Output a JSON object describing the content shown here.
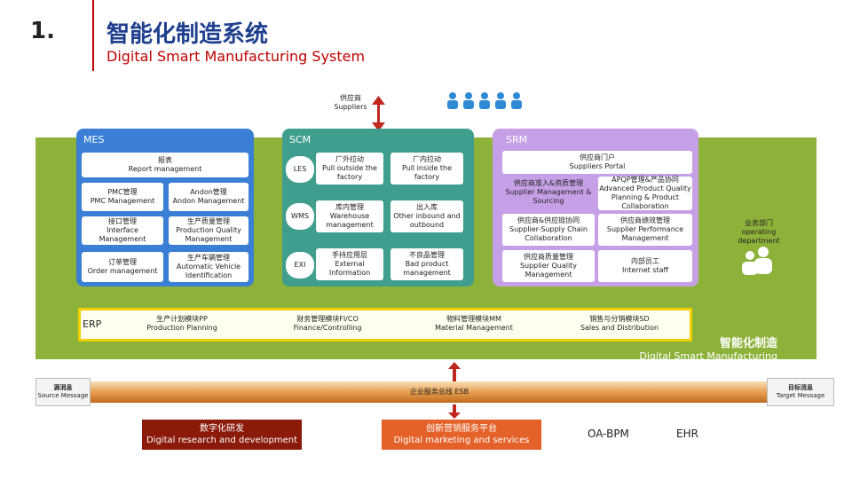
{
  "header": {
    "number": "1.",
    "title_cn": "智能化制造系统",
    "title_en": "Digital Smart Manufacturing System"
  },
  "suppliers": {
    "cn": "供应商",
    "en": "Suppliers"
  },
  "mes": {
    "title": "MES",
    "report": {
      "cn": "报表",
      "en": "Report management"
    },
    "pmc": {
      "cn": "PMC管理",
      "en": "PMC Management"
    },
    "andon": {
      "cn": "Andon管理",
      "en": "Andon Management"
    },
    "interface": {
      "cn": "接口管理",
      "en": "Interface Management"
    },
    "quality": {
      "cn": "生产质量管理",
      "en": "Production Quality Management"
    },
    "order": {
      "cn": "订单管理",
      "en": "Order management"
    },
    "avi": {
      "cn": "生产车辆管理",
      "en": "Automatic Vehicle Identification"
    }
  },
  "scm": {
    "title": "SCM",
    "les": "LES",
    "wms": "WMS",
    "exi": "EXI",
    "pull_outside": {
      "cn": "厂外拉动",
      "en": "Pull outside the factory"
    },
    "pull_inside": {
      "cn": "厂内拉动",
      "en": "Pull inside the factory"
    },
    "warehouse": {
      "cn": "库内管理",
      "en": "Warehouse management"
    },
    "inout": {
      "cn": "出入库",
      "en": "Other inbound and outbound"
    },
    "external": {
      "cn": "手持应用层",
      "en": "External Information"
    },
    "bad": {
      "cn": "不良品管理",
      "en": "Bad product management"
    }
  },
  "srm": {
    "title": "SRM",
    "portal": {
      "cn": "供应商门户",
      "en": "Suppliers Portal"
    },
    "sourcing": {
      "cn": "供应商准入&资质管理",
      "en": "Supplier Management & Sourcing"
    },
    "apqp": {
      "cn": "APQP管理&产品协同",
      "en": "Advanced Product Quality Planning & Product Collaboration"
    },
    "chain": {
      "cn": "供应商&供应链协同",
      "en": "Supplier-Supply Chain Collaboration"
    },
    "performance": {
      "cn": "供应商绩效管理",
      "en": "Supplier Performance Management"
    },
    "sq": {
      "cn": "供应商质量管理",
      "en": "Supplier Quality Management"
    },
    "internal": {
      "cn": "内部员工",
      "en": "Internet staff"
    }
  },
  "operating": {
    "cn": "业务部门",
    "en": "operating department"
  },
  "erp": {
    "title": "ERP",
    "pp": {
      "cn": "生产计划模块PP",
      "en": "Production Planning"
    },
    "fico": {
      "cn": "财务管理模块FI/CO",
      "en": "Finance/Controlling"
    },
    "mm": {
      "cn": "物料管理模块MM",
      "en": "Material Management"
    },
    "sd": {
      "cn": "销售与分销模块SD",
      "en": "Sales and Distribution"
    }
  },
  "smart": {
    "cn": "智能化制造",
    "en": "Digital Smart Manufacturing"
  },
  "bus": {
    "source": {
      "cn": "源消息",
      "en": "Source Message"
    },
    "esb": "企业服务总线 ESB",
    "target": {
      "cn": "目标消息",
      "en": "Target Message"
    }
  },
  "bottom": {
    "rd": {
      "cn": "数字化研发",
      "en": "Digital research and development"
    },
    "marketing": {
      "cn": "创新营销服务平台",
      "en": "Digital marketing and services"
    },
    "oabpm": "OA-BPM",
    "ehr": "EHR"
  },
  "colors": {
    "accent": "#c00000",
    "title": "#1f3f8f",
    "green": "#8db23a",
    "mes": "#3a7fd5",
    "scm": "#3f9e8e",
    "srm": "#c6a0e6",
    "erp_border": "#f2d000"
  }
}
